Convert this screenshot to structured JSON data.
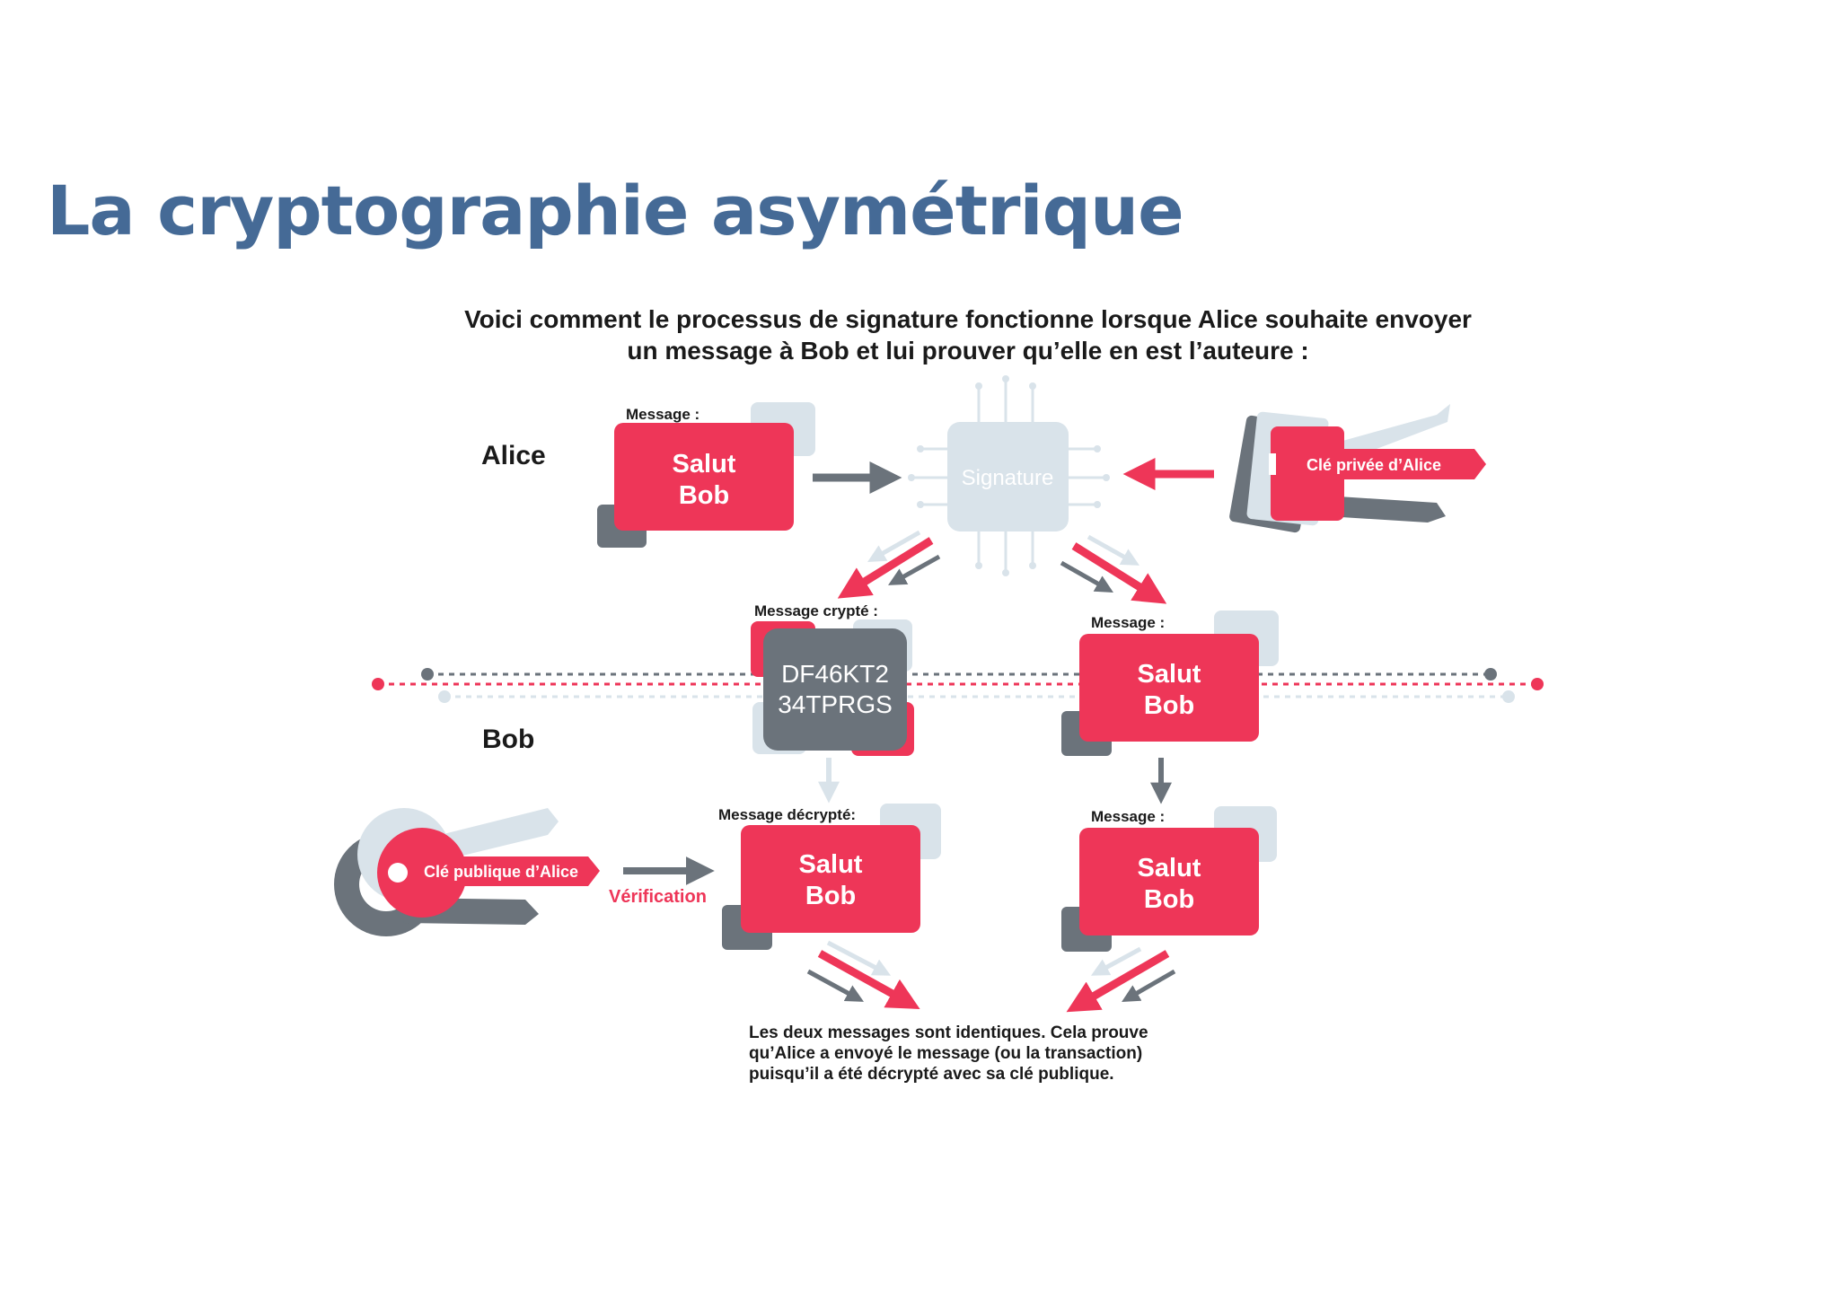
{
  "title": "La cryptographie asymétrique",
  "intro": {
    "line1": "Voici comment le processus de signature fonctionne lorsque Alice souhaite envoyer",
    "line2": "un message à Bob et lui prouver qu’elle en est l’auteure :"
  },
  "parties": {
    "alice": "Alice",
    "bob": "Bob"
  },
  "labels": {
    "message": "Message :",
    "encrypted": "Message crypté :",
    "decrypted": "Message décrypté:"
  },
  "message_text": {
    "line1": "Salut",
    "line2": "Bob"
  },
  "cipher_text": {
    "line1": "DF46KT2",
    "line2": "34TPRGS"
  },
  "signature_label": "Signature",
  "private_key_label": "Clé privée d’Alice",
  "public_key_label": "Clé publique d’Alice",
  "verification_label": "Vérification",
  "conclusion": {
    "line1": "Les deux messages sont identiques. Cela prouve",
    "line2": "qu’Alice a envoyé le message (ou la transaction)",
    "line3": "puisqu’il a été décrypté avec sa clé publique."
  },
  "colors": {
    "title": "#456a96",
    "accent": "#ee3658",
    "dark_gray": "#6b737b",
    "light_blue_gray": "#d9e3ea"
  },
  "icons": [
    "chip-icon",
    "private-key-icon",
    "public-key-icon",
    "arrow-icon"
  ]
}
